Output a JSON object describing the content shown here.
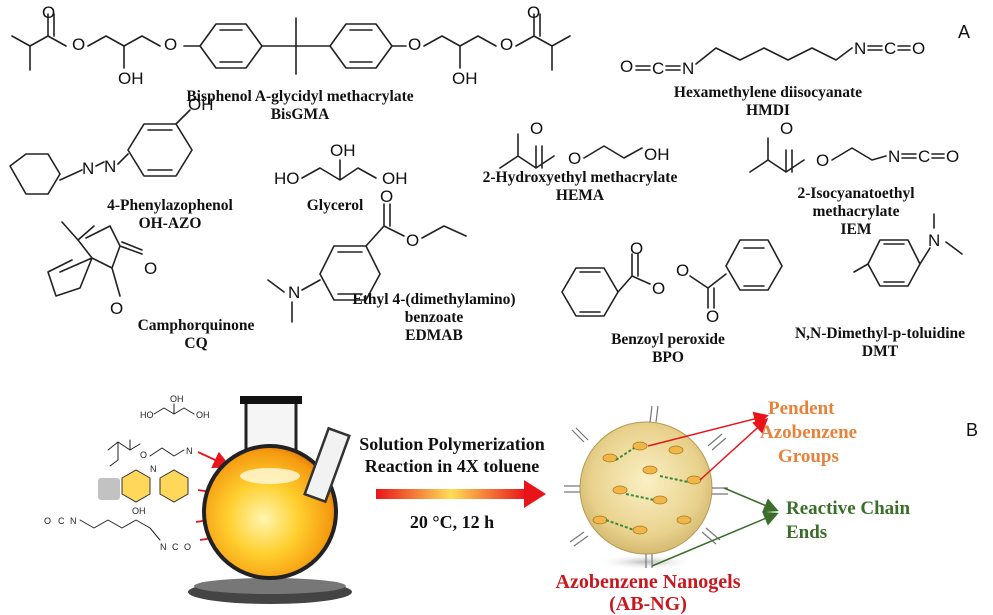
{
  "panels": {
    "a": "A",
    "b": "B"
  },
  "atoms": {
    "o": "O",
    "oh": "OH",
    "ho": "HO",
    "n": "N",
    "c": "C"
  },
  "compounds": [
    {
      "name": "Bisphenol A-glycidyl methacrylate",
      "abbr": "BisGMA"
    },
    {
      "name": "Hexamethylene diisocyanate",
      "abbr": "HMDI"
    },
    {
      "name": "4-Phenylazophenol",
      "abbr": "OH-AZO"
    },
    {
      "name": "Glycerol",
      "abbr": ""
    },
    {
      "name": "2-Hydroxyethyl methacrylate",
      "abbr": "HEMA"
    },
    {
      "name": "2-Isocyanatoethyl",
      "abbr": "methacrylate",
      "abbr2": "IEM"
    },
    {
      "name": "Camphorquinone",
      "abbr": "CQ"
    },
    {
      "name": "Ethyl 4-(dimethylamino)",
      "abbr": "benzoate",
      "abbr2": "EDMAB"
    },
    {
      "name": "Benzoyl peroxide",
      "abbr": "BPO"
    },
    {
      "name": "N,N-Dimethyl-p-toluidine",
      "abbr": "DMT"
    }
  ],
  "reaction": {
    "line1": "Solution Polymerization",
    "line2": "Reaction in 4X toluene",
    "conditions": "20 °C, 12 h"
  },
  "product": {
    "name": "Azobenzene Nanogels",
    "abbr": "(AB-NG)",
    "pendent": [
      "Pendent",
      "Azobenzene",
      "Groups"
    ],
    "reactive": [
      "Reactive Chain",
      "Ends"
    ]
  },
  "colors": {
    "arrow": "#e8141a",
    "flask_fill": "#ffb020",
    "nanogel": "#e9d79a",
    "pendent_text": "#e8823a",
    "reactive_text": "#3b6e2a",
    "nanogel_text": "#c8181e"
  }
}
